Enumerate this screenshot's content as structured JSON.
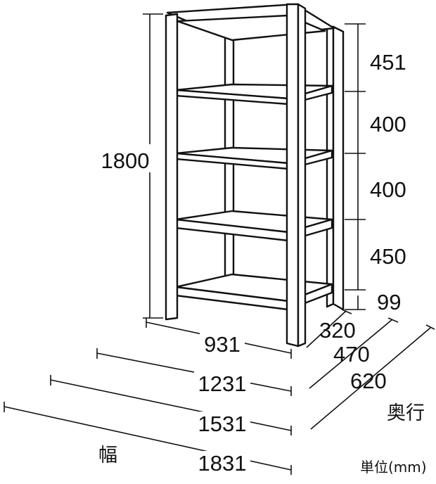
{
  "diagram": {
    "height_total": "1800",
    "shelf_spacings": [
      "451",
      "400",
      "400",
      "450",
      "99"
    ],
    "width_options": [
      "931",
      "1231",
      "1531",
      "1831"
    ],
    "depth_options": [
      "320",
      "470",
      "620"
    ],
    "width_label": "幅",
    "depth_label": "奥行",
    "unit_label": "単位(mm)"
  }
}
